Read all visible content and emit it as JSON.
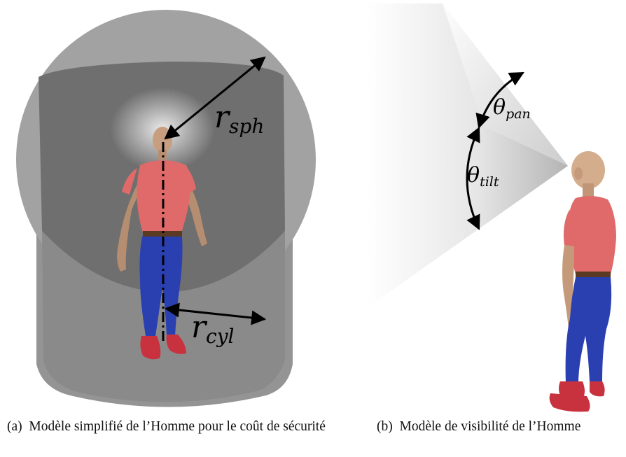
{
  "panel_a": {
    "labels": {
      "r_sph_main": "r",
      "r_sph_sub": "sph",
      "r_cyl_main": "r",
      "r_cyl_sub": "cyl"
    },
    "caption": {
      "prefix": "(a)",
      "text": "Modèle simplifié de l’Homme pour le coût de sécurité"
    }
  },
  "panel_b": {
    "labels": {
      "theta_pan_main": "θ",
      "theta_pan_sub": "pan",
      "theta_tilt_main": "θ",
      "theta_tilt_sub": "tilt"
    },
    "caption": {
      "prefix": "(b)",
      "text": "Modèle de visibilité de l’Homme"
    }
  },
  "colors": {
    "sphere_fill": "#9a9a9a",
    "cylinder_fill": "#7b7b7b",
    "shirt": "#e06a6a",
    "jeans": "#2a40b0",
    "skin": "#c79f80",
    "shoes": "#c8323e",
    "arrow": "#000000"
  }
}
